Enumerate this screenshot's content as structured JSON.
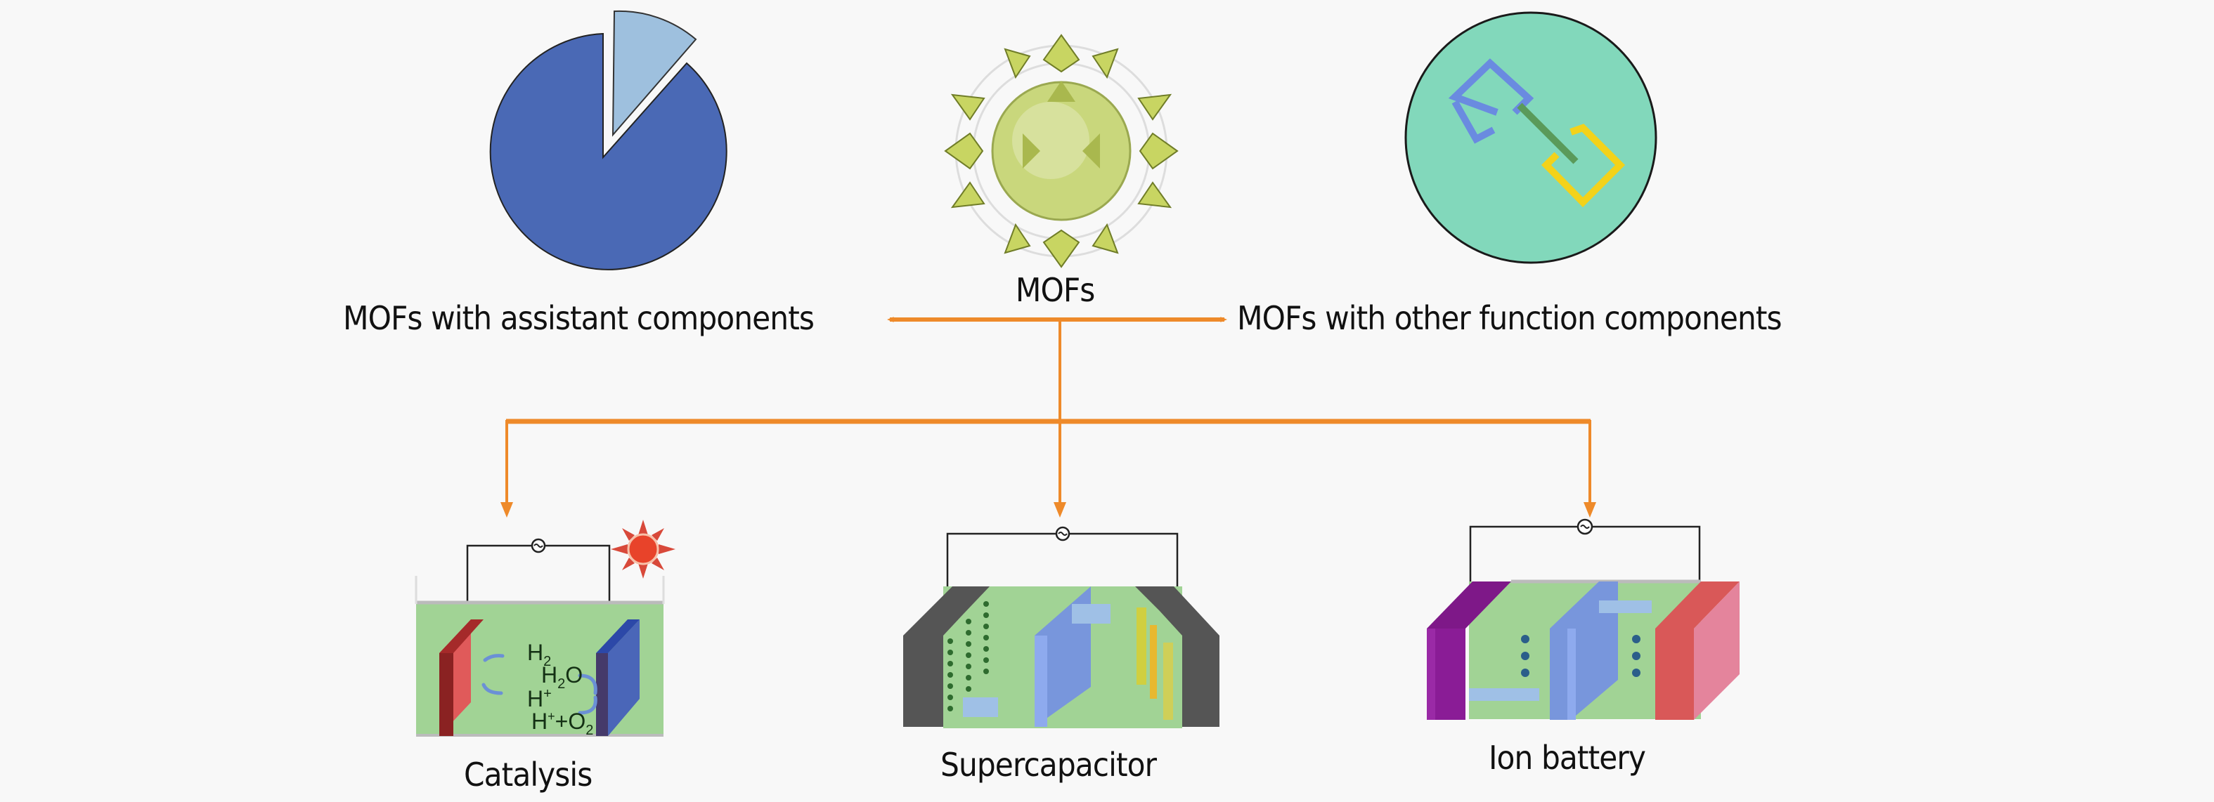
{
  "center": {
    "label": "MOFs",
    "icon": "mof-cage-structure"
  },
  "branches": {
    "left": {
      "label": "MOFs with assistant components",
      "icon": "pie-chart-exploded-slice"
    },
    "right": {
      "label": "MOFs with other function components",
      "icon": "linked-rings-circle"
    }
  },
  "applications": [
    {
      "label": "Catalysis",
      "icon": "photoelectrochemical-cell"
    },
    {
      "label": "Supercapacitor",
      "icon": "supercapacitor-cell"
    },
    {
      "label": "Ion battery",
      "icon": "ion-battery-cell"
    }
  ],
  "catalysis_species": {
    "h2": "H",
    "h2_sub": "2",
    "h2o": "H",
    "h2o_sub": "2",
    "h2o_tail": "O",
    "hplus": "H",
    "hplus_sup": "+",
    "hplus_o2": "H",
    "hplus_o2_sup": "+",
    "hplus_o2_mid": "+O",
    "hplus_o2_sub": "2"
  },
  "pie": {
    "main_fraction": 0.89,
    "exploded_fraction": 0.11
  },
  "colors": {
    "arrow": "#ee8a2a",
    "pie_main": "#4a69b5",
    "pie_slice": "#9ec0de",
    "ring_bg": "#82d8bb",
    "electrolyte": "#a1d395",
    "electrode_red": "#e05a5a",
    "electrode_blue": "#4a66b8",
    "electrode_dark": "#555555",
    "electrode_purple": "#8a1c96",
    "electrode_pink": "#e4849c",
    "separator": "#7896dc",
    "sun": "#e8432a",
    "mof": "#c9d77c"
  }
}
